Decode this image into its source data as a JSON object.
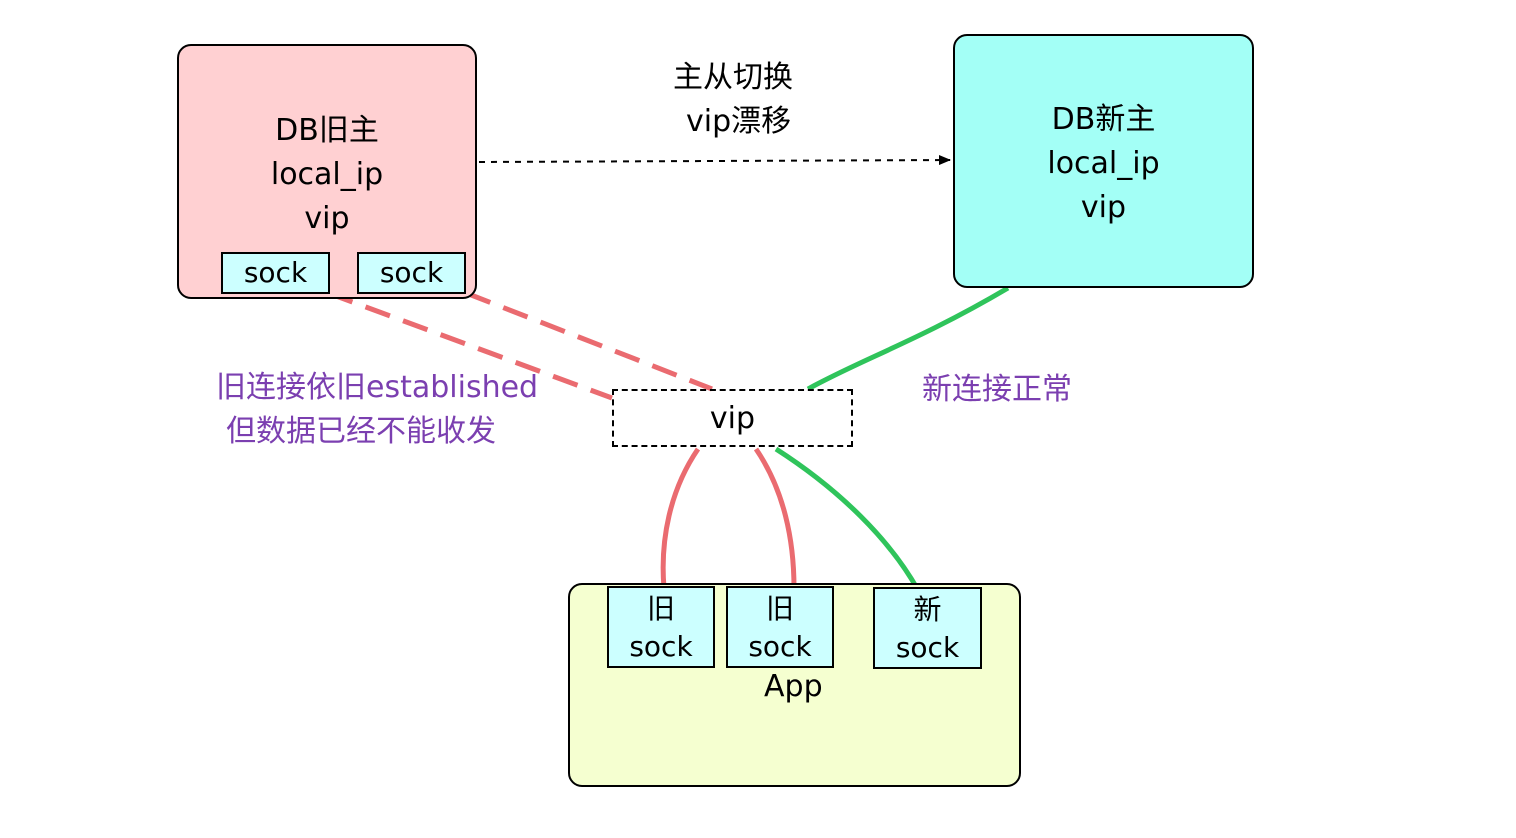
{
  "colors": {
    "old_master_fill": "#ffd0d2",
    "new_master_fill": "#a3fff6",
    "app_fill": "#f5ffd0",
    "sock_fill": "#ccffff",
    "old_link": "#ea6b70",
    "new_link": "#2fc45b",
    "annotation_text": "#7b3fb0"
  },
  "old_master": {
    "lines": [
      "DB旧主",
      "local_ip",
      "vip"
    ],
    "socks": [
      "sock",
      "sock"
    ]
  },
  "new_master": {
    "lines": [
      "DB新主",
      "local_ip",
      "vip"
    ]
  },
  "failover_label": [
    "主从切换",
    "vip漂移"
  ],
  "vip_box": {
    "label": "vip"
  },
  "old_conn_note": [
    "旧连接依旧established",
    "但数据已经不能收发"
  ],
  "new_conn_note": "新连接正常",
  "app": {
    "label": "App",
    "socks": [
      {
        "tag": "旧",
        "label": "sock"
      },
      {
        "tag": "旧",
        "label": "sock"
      },
      {
        "tag": "新",
        "label": "sock"
      }
    ]
  }
}
